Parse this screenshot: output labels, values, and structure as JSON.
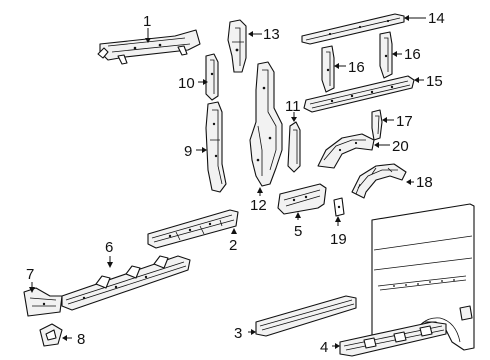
{
  "callouts": [
    {
      "id": "p1",
      "label": "1"
    },
    {
      "id": "p2",
      "label": "2"
    },
    {
      "id": "p3",
      "label": "3"
    },
    {
      "id": "p4",
      "label": "4"
    },
    {
      "id": "p5",
      "label": "5"
    },
    {
      "id": "p6",
      "label": "6"
    },
    {
      "id": "p7",
      "label": "7"
    },
    {
      "id": "p8",
      "label": "8"
    },
    {
      "id": "p9",
      "label": "9"
    },
    {
      "id": "p10",
      "label": "10"
    },
    {
      "id": "p11",
      "label": "11"
    },
    {
      "id": "p12",
      "label": "12"
    },
    {
      "id": "p13",
      "label": "13"
    },
    {
      "id": "p14",
      "label": "14"
    },
    {
      "id": "p15",
      "label": "15"
    },
    {
      "id": "p16a",
      "label": "16"
    },
    {
      "id": "p16b",
      "label": "16"
    },
    {
      "id": "p17",
      "label": "17"
    },
    {
      "id": "p18",
      "label": "18"
    },
    {
      "id": "p19",
      "label": "19"
    },
    {
      "id": "p20",
      "label": "20"
    }
  ]
}
